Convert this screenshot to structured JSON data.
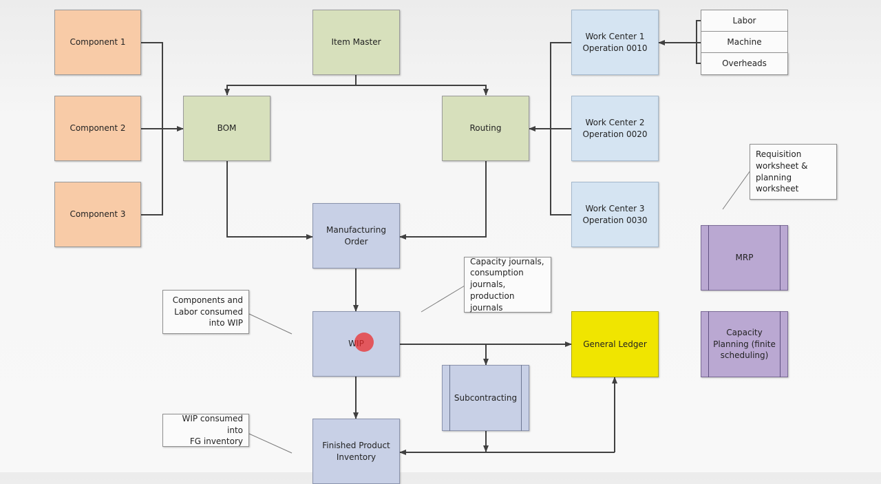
{
  "diagram": {
    "nodes": {
      "component1": "Component 1",
      "component2": "Component 2",
      "component3": "Component 3",
      "item_master": "Item Master",
      "bom": "BOM",
      "routing": "Routing",
      "work_center1": "Work Center 1\nOperation 0010",
      "work_center2": "Work Center 2\nOperation 0020",
      "work_center3": "Work Center 3\nOperation 0030",
      "labor": "Labor",
      "machine": "Machine",
      "overheads": "Overheads",
      "manufacturing_order": "Manufacturing\nOrder",
      "wip": "WIP",
      "general_ledger": "General Ledger",
      "subcontracting": "Subcontracting",
      "finished_product_inventory": "Finished Product\nInventory",
      "mrp": "MRP",
      "capacity_planning": "Capacity\nPlanning (finite\nscheduling)"
    },
    "notes": {
      "requisition": "Requisition\nworksheet &\nplanning\nworksheet",
      "journals": "Capacity journals,\nconsumption\njournals,\nproduction journals",
      "components_labor": "Components and\nLabor consumed\ninto WIP",
      "wip_consumed": "WIP consumed into\nFG inventory"
    },
    "colors": {
      "component": "#f8cba7",
      "master_data": "#d7e0bc",
      "work_center": "#d5e4f2",
      "order_flow": "#c8d0e6",
      "general_ledger": "#f0e500",
      "planning": "#baa8d2",
      "connector": "#404040"
    }
  }
}
